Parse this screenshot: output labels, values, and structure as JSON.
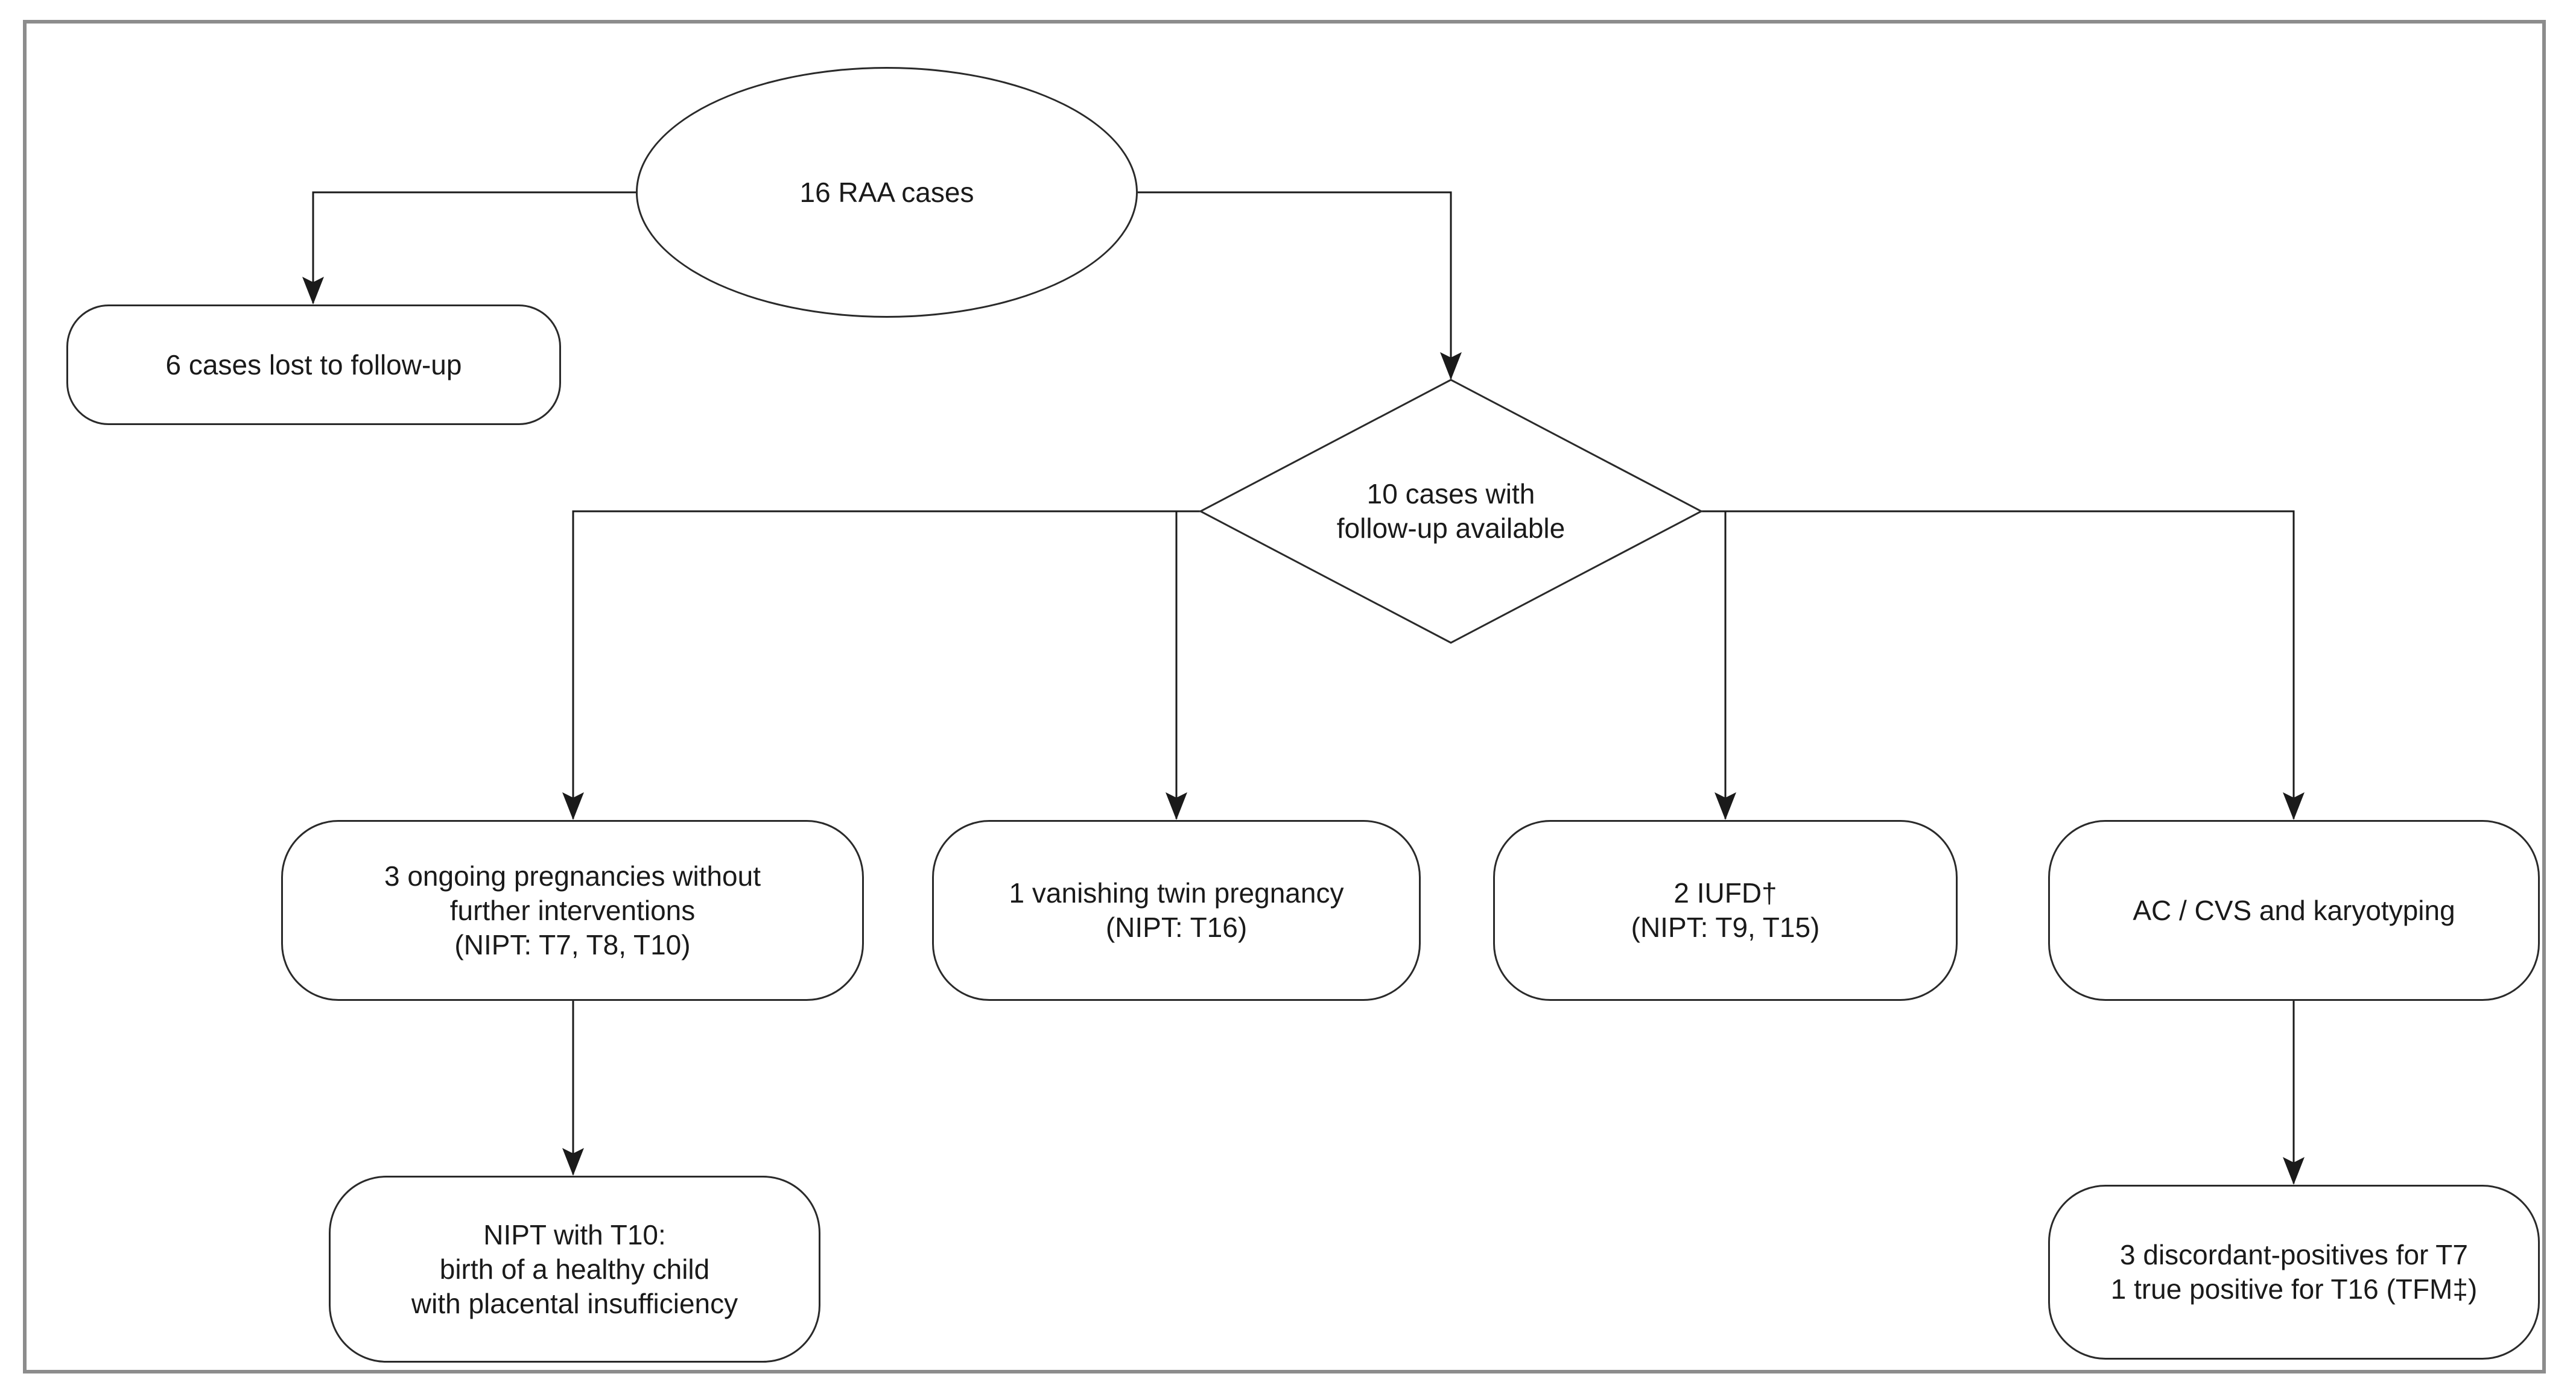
{
  "diagram": {
    "background_color": "#ffffff",
    "frame_border_color": "#8c8c8c",
    "shape_border_color": "#2a2a2a",
    "connector_color": "#1a1a1a",
    "text_color": "#1a1a1a",
    "nodes": {
      "root": {
        "shape": "ellipse",
        "lines": [
          "16 RAA cases"
        ]
      },
      "lost_to_followup": {
        "shape": "stadium",
        "lines": [
          "6 cases lost to follow-up"
        ]
      },
      "followup_available": {
        "shape": "diamond",
        "lines": [
          "10 cases with",
          "follow-up available"
        ]
      },
      "ongoing_pregnancies": {
        "shape": "stadium",
        "lines": [
          "3 ongoing pregnancies without",
          "further interventions",
          "(NIPT: T7, T8, T10)"
        ]
      },
      "vanishing_twin": {
        "shape": "stadium",
        "lines": [
          "1 vanishing twin pregnancy",
          "(NIPT: T16)"
        ]
      },
      "iufd": {
        "shape": "stadium",
        "lines": [
          "2 IUFD†",
          "(NIPT: T9, T15)"
        ]
      },
      "ac_cvs_karyotyping": {
        "shape": "stadium",
        "lines": [
          "AC / CVS and karyotyping"
        ]
      },
      "nipt_t10_outcome": {
        "shape": "stadium",
        "lines": [
          "NIPT with T10:",
          "birth of a healthy child",
          "with placental insufficiency"
        ]
      },
      "karyotyping_results": {
        "shape": "stadium",
        "lines": [
          "3 discordant-positives for T7",
          "1 true positive for T16 (TFM‡)"
        ]
      }
    }
  }
}
